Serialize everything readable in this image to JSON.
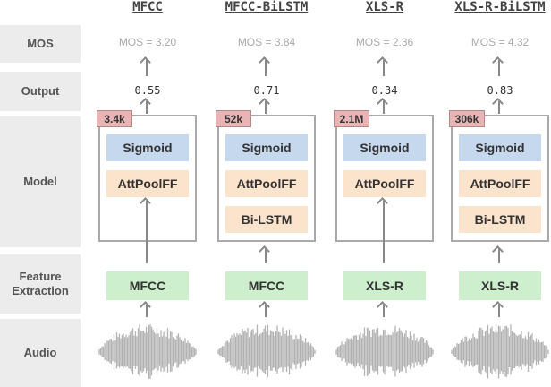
{
  "row_labels": {
    "mos": "MOS",
    "output": "Output",
    "model": "Model",
    "feature_line1": "Feature",
    "feature_line2": "Extraction",
    "audio": "Audio"
  },
  "columns": [
    {
      "title": "MFCC",
      "mos": "MOS = 3.20",
      "output": "0.55",
      "params": "3.4k",
      "layers": {
        "sigmoid": "Sigmoid",
        "attpool": "AttPoolFF"
      },
      "feature": "MFCC"
    },
    {
      "title": "MFCC-BiLSTM",
      "mos": "MOS = 3.84",
      "output": "0.71",
      "params": "52k",
      "layers": {
        "sigmoid": "Sigmoid",
        "attpool": "AttPoolFF",
        "bilstm": "Bi-LSTM"
      },
      "feature": "MFCC"
    },
    {
      "title": "XLS-R",
      "mos": "MOS = 2.36",
      "output": "0.34",
      "params": "2.1M",
      "layers": {
        "sigmoid": "Sigmoid",
        "attpool": "AttPoolFF"
      },
      "feature": "XLS-R"
    },
    {
      "title": "XLS-R-BiLSTM",
      "mos": "MOS = 4.32",
      "output": "0.83",
      "params": "306k",
      "layers": {
        "sigmoid": "Sigmoid",
        "attpool": "AttPoolFF",
        "bilstm": "Bi-LSTM"
      },
      "feature": "XLS-R"
    }
  ],
  "colors": {
    "sigmoid": "#c6d8ee",
    "attpool": "#fbe3cc",
    "bilstm": "#fbe3cc",
    "feature": "#cdefcd",
    "params_badge": "#eab4b5",
    "label_background": "#ececec",
    "waveform": "#b3b3b3"
  },
  "icons": {
    "arrow": "arrow-up-icon",
    "waveform": "audio-waveform-icon"
  }
}
